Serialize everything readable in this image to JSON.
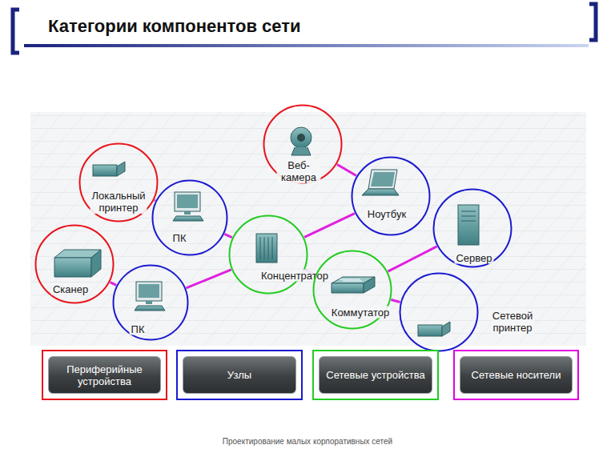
{
  "diagram": {
    "title": "Категории компонентов сети",
    "caption": "Проектирование малых корпоративных сетей",
    "nodes": [
      {
        "text": [
          "Веб-камера"
        ]
      },
      {
        "text": [
          "Локальный принтер"
        ]
      },
      {
        "text": [
          "Ноутбук"
        ]
      },
      {
        "text": [
          "ПК"
        ]
      },
      {
        "text": [
          "Сервер"
        ]
      },
      {
        "text": [
          "Концентратор"
        ]
      },
      {
        "text": [
          "Сканер"
        ]
      },
      {
        "text": [
          "Коммутатор"
        ]
      },
      {
        "text": [
          "ПК"
        ]
      },
      {
        "text": [
          "Сетевой принтер"
        ]
      }
    ],
    "edges": [
      {
        "from": 1,
        "to": 3,
        "arrow": "none"
      },
      {
        "from": 0,
        "to": 2,
        "arrow": "none"
      },
      {
        "from": 3,
        "to": 5,
        "arrow": "none"
      },
      {
        "from": 2,
        "to": 5,
        "arrow": "none"
      },
      {
        "from": 6,
        "to": 8,
        "arrow": "none"
      },
      {
        "from": 8,
        "to": 5,
        "arrow": "none"
      },
      {
        "from": 5,
        "to": 7,
        "arrow": "none"
      },
      {
        "from": 4,
        "to": 7,
        "arrow": "none"
      },
      {
        "from": 7,
        "to": 9,
        "arrow": "none"
      }
    ],
    "legend": [
      {
        "text": "Периферийные устройства",
        "color": "#e8141c"
      },
      {
        "text": "Узлы",
        "color": "#1a1ad0"
      },
      {
        "text": "Сетевые устройства",
        "color": "#22cc22"
      },
      {
        "text": "Сетевые носители",
        "color": "#e000e0"
      }
    ]
  }
}
